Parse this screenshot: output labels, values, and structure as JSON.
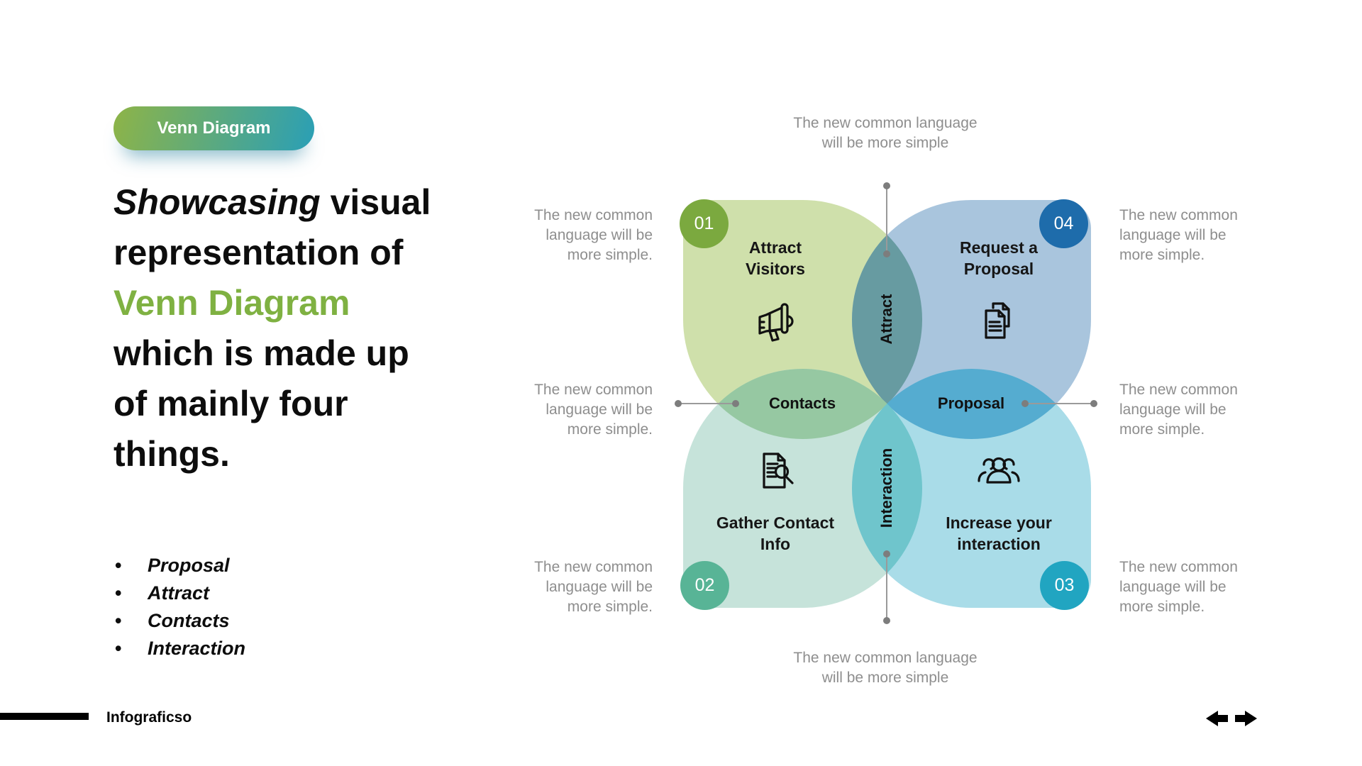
{
  "tag_pill": {
    "label": "Venn Diagram"
  },
  "headline": {
    "l1_italic": "Showcasing",
    "l1_rest": " visual",
    "l2": "representation of",
    "l3": "Venn Diagram",
    "l4": "which is made up",
    "l5": "of mainly four",
    "l6": "things."
  },
  "bullets": {
    "items": [
      "Proposal",
      "Attract",
      "Contacts",
      "Interaction"
    ]
  },
  "footer": {
    "brand": "Infograficso"
  },
  "nav": {
    "prev_icon": "left-arrow",
    "next_icon": "right-arrow"
  },
  "colors": {
    "accent_green": "#7fb142",
    "pill_gradient_start": "#8eb447",
    "pill_gradient_end": "#2a9fb6",
    "caption_gray": "#8e8e8e",
    "connector_gray": "#9a9a9a"
  },
  "venn": {
    "petals": [
      {
        "number": "01",
        "title_lines": [
          "Attract",
          "Visitors"
        ],
        "color": "#cfe0ab",
        "badge_color": "#7ba93f",
        "icon": "megaphone"
      },
      {
        "number": "04",
        "title_lines": [
          "Request a",
          "Proposal"
        ],
        "color": "#a9c5dd",
        "badge_color": "#1e6cab",
        "icon": "documents"
      },
      {
        "number": "02",
        "title_lines": [
          "Gather Contact",
          "Info"
        ],
        "color": "#c6e3da",
        "badge_color": "#58b496",
        "icon": "document-search"
      },
      {
        "number": "03",
        "title_lines": [
          "Increase your",
          "interaction"
        ],
        "color": "#a9dce8",
        "badge_color": "#21a5c1",
        "icon": "people-group"
      }
    ],
    "lenses": [
      {
        "label": "Attract",
        "color": "#679ba1",
        "orientation": "vertical"
      },
      {
        "label": "Contacts",
        "color": "#96c8a2",
        "orientation": "horizontal"
      },
      {
        "label": "Proposal",
        "color": "#55acd0",
        "orientation": "horizontal"
      },
      {
        "label": "Interaction",
        "color": "#6fc5cc",
        "orientation": "vertical"
      }
    ],
    "captions": {
      "center_lines": [
        "The new common language",
        "will be more simple"
      ],
      "side_lines": [
        "The new common",
        "language will be",
        "more simple."
      ]
    }
  }
}
